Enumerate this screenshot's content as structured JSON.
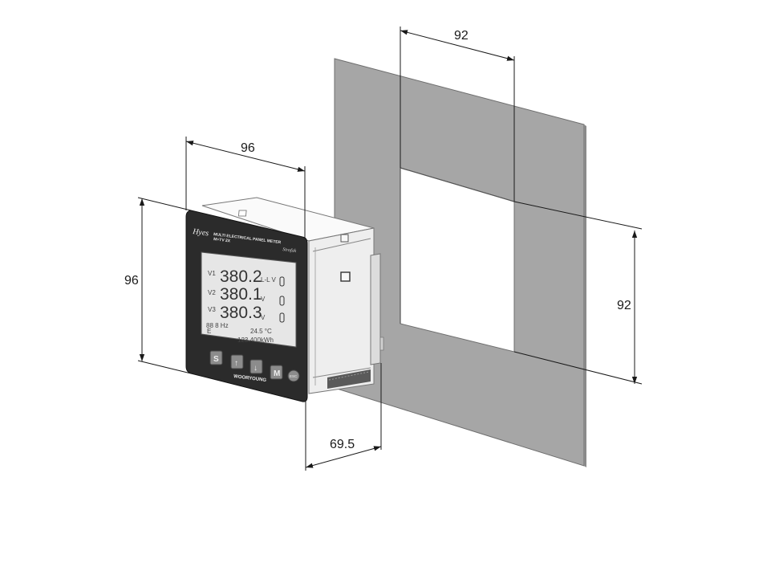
{
  "dimensions": {
    "front_width": "96",
    "front_height": "96",
    "cutout_width": "92",
    "cutout_height": "92",
    "depth": "69.5"
  },
  "meter": {
    "logo": "Hyes",
    "title": "MULTI ELECTRICAL PANEL METER",
    "model": "M+TV 2X",
    "signature": "Strofak",
    "maker": "WOORYOUNG",
    "rows": [
      {
        "label": "V1",
        "value": "380.2",
        "unit": "L-L V"
      },
      {
        "label": "V2",
        "value": "380.1",
        "unit": "V"
      },
      {
        "label": "V3",
        "value": "380.3",
        "unit": "V"
      }
    ],
    "status_line": "88 8 Hz",
    "temperature": "24.5 °C",
    "energy_prefix": "E",
    "energy": "123.400kWh",
    "buttons": [
      "S",
      "↑",
      "↓",
      "M",
      "ESC"
    ]
  },
  "colors": {
    "panel": "#a6a6a6",
    "meter_face": "#2b2b2b",
    "lcd": "#e6e6e6",
    "housing": "#f0f0f0"
  }
}
